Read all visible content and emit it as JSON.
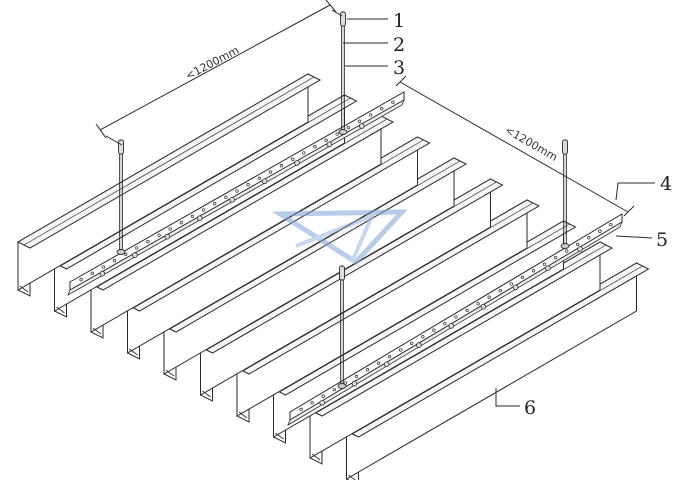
{
  "callouts": [
    "1",
    "2",
    "3",
    "4",
    "5",
    "6"
  ],
  "dimensions": {
    "left": "<1200mm",
    "right": "<1200mm"
  },
  "colors": {
    "line": "#2a2a2a",
    "fill": "#ffffff",
    "channel": "#f6f6f6",
    "watermark": "#7fa3d8"
  }
}
